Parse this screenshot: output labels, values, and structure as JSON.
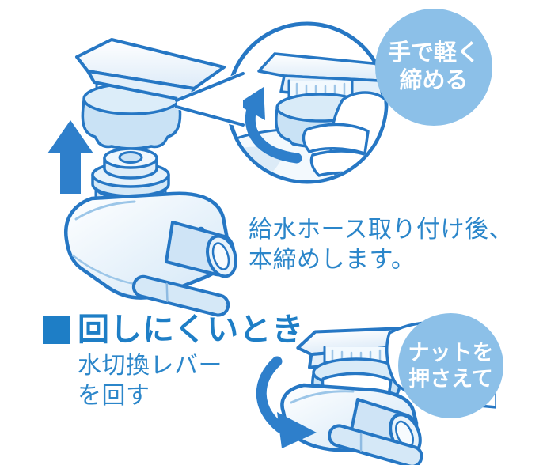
{
  "callout_top": {
    "line1": "手で軽く",
    "line2": "締める"
  },
  "instruction": {
    "line1": "給水ホース取り付け後、",
    "line2": "本締めします。"
  },
  "section": {
    "title": "回しにくいとき",
    "sub_line1": "水切換レバー",
    "sub_line2": "を回す"
  },
  "callout_bottom": {
    "line1": "ナットを",
    "line2": "押さえて"
  },
  "colors": {
    "outline_blue": "#2677C4",
    "arrow_blue": "#2E7FCB",
    "body_text_blue": "#2B86CA",
    "heading_blue": "#1E7EC6",
    "badge_blue": "#8CC0E8",
    "fill_light_blue": "#C9E2F5",
    "fill_pale_blue": "#EAF4FB",
    "background": "#FFFFFF"
  },
  "icons": {
    "lift_arrow": "↑",
    "rotate_ccw_arrow": "↺",
    "rotate_cw_arrow": "↻"
  }
}
